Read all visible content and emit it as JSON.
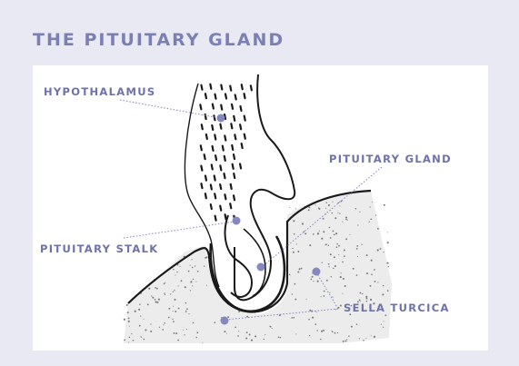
{
  "title": "THE PITUITARY GLAND",
  "labels": {
    "hypothalamus": "HYPOTHALAMUS",
    "pituitary_gland": "PITUITARY GLAND",
    "pituitary_stalk": "PITUITARY STALK",
    "sella_turcica": "SELLA TURCICA"
  },
  "colors": {
    "panel_background": "#e8e9f3",
    "accent": "#7b80b4",
    "marker": "#8388bf",
    "ink": "#1a1a1a"
  }
}
